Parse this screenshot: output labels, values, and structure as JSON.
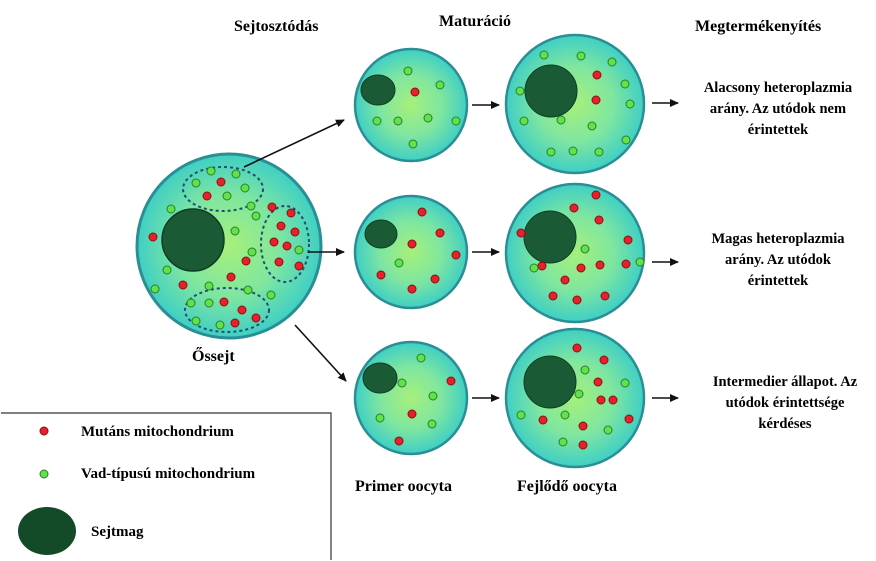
{
  "headers": {
    "division": "Sejtosztódás",
    "maturation": "Maturáció",
    "fertilization": "Megtermékenyítés"
  },
  "labels": {
    "stem_cell": "Őssejt",
    "primary_oocyte": "Primer oocyta",
    "developing_oocyte": "Fejlődő oocyta"
  },
  "outcomes": [
    [
      "Alacsony heteroplazmia",
      "arány. Az utódok nem",
      "érintettek"
    ],
    [
      "Magas heteroplazmia",
      "arány. Az utódok",
      "érintettek"
    ],
    [
      "Intermedier állapot. Az",
      "utódok érintettsége",
      "kérdéses"
    ]
  ],
  "legend": {
    "mutant": "Mutáns mitochondrium",
    "wildtype": "Vad-típusú mitochondrium",
    "nucleus": "Sejtmag"
  },
  "colors": {
    "mutant": "#e8202a",
    "wildtype": "#5ee34a",
    "nucleus": "#1a5b36",
    "cell_inner": "#a6f07a",
    "cell_outer": "#3fcfc4",
    "cell_edge": "#2a8f94"
  }
}
